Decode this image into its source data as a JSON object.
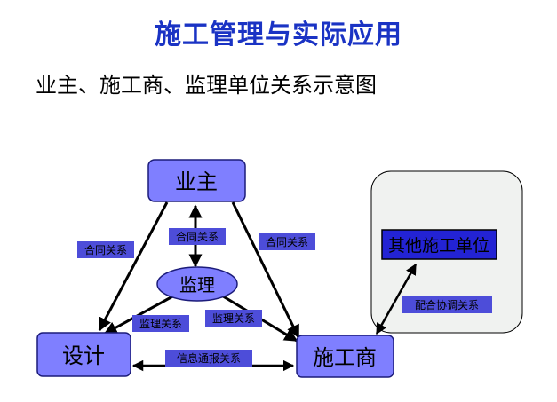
{
  "title": "施工管理与实际应用",
  "subtitle": "业主、施工商、监理单位关系示意图",
  "nodes": {
    "owner": "业主",
    "supervisor": "监理",
    "designer": "设计",
    "contractor": "施工商",
    "other": "其他施工单位"
  },
  "relations": {
    "owner_designer": "合同关系",
    "owner_supervisor": "合同关系",
    "owner_contractor": "合同关系",
    "supervisor_designer": "监理关系",
    "supervisor_contractor": "监理关系",
    "info_report": "信息通报关系",
    "coordination": "配合协调关系"
  },
  "colors": {
    "title": "#1a33c4",
    "node_fill": "#7f7fff",
    "label_fill": "#4d4dd9",
    "other_fill": "#2323d4",
    "panel_fill": "#f0f2f0"
  }
}
